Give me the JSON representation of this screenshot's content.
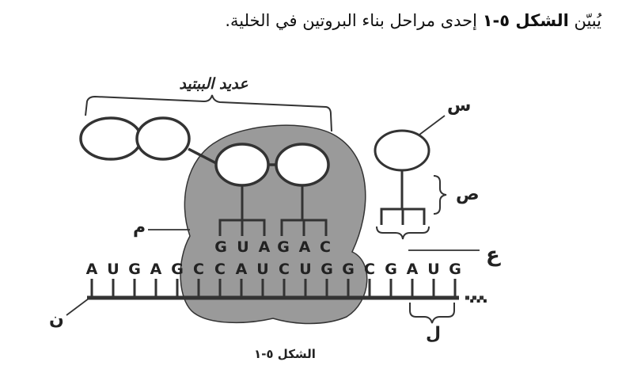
{
  "intro": {
    "before": "يُبيّن",
    "figure_ref": "الشكل ٥-١",
    "after": "إحدى مراحل بناء البروتين في الخلية."
  },
  "diagram": {
    "labels": {
      "polypeptide": "عديد الببتيد",
      "sin": "س",
      "sad": "ص",
      "ayn": "ع",
      "mim": "م",
      "nun": "ن",
      "lam": "ل"
    },
    "mrna_bases": [
      "A",
      "U",
      "G",
      "A",
      "G",
      "C",
      "C",
      "A",
      "U",
      "C",
      "U",
      "G",
      "G",
      "C",
      "G",
      "A",
      "U",
      "G"
    ],
    "trna1_anticodon": [
      "G",
      "U",
      "A"
    ],
    "trna2_anticodon": [
      "G",
      "A",
      "C"
    ],
    "dots": "...",
    "caption": "الشكل ٥-١"
  },
  "colors": {
    "ribosome": "#9a9a9a",
    "stroke": "#333333"
  }
}
